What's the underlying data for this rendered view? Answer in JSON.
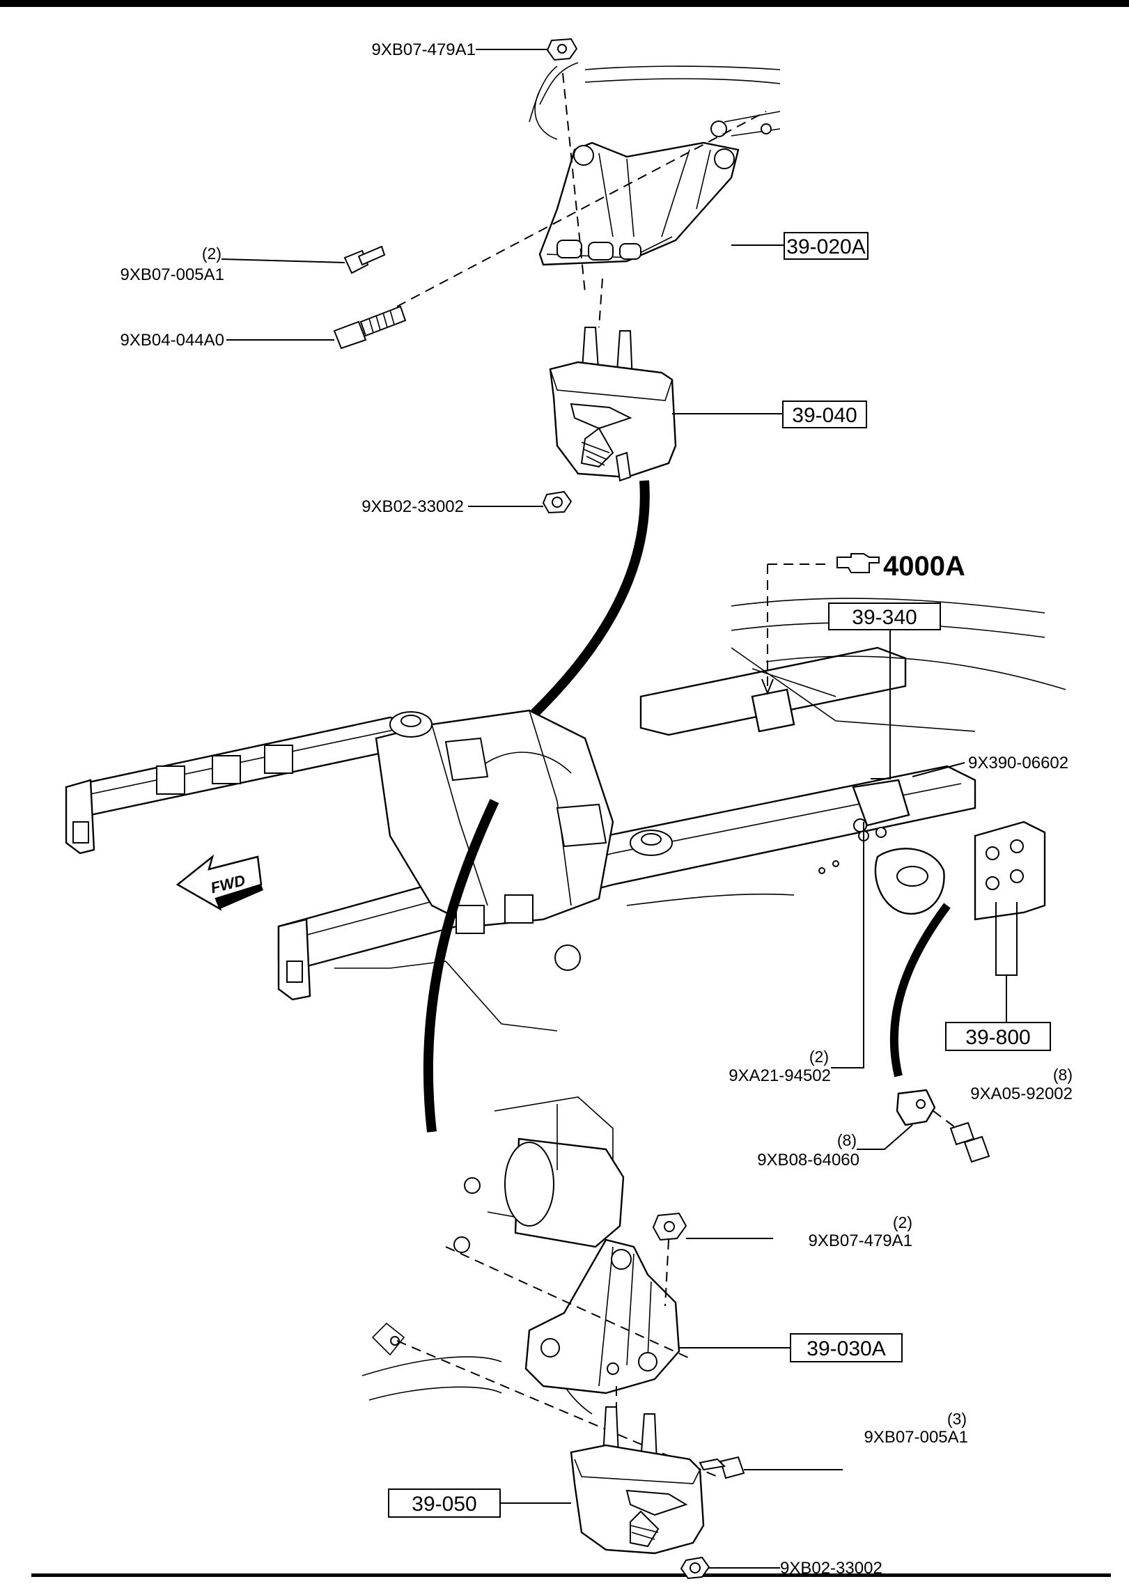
{
  "reference": {
    "label": "4000A"
  },
  "direction": {
    "label": "FWD"
  },
  "groups": [
    {
      "id": "39-020A"
    },
    {
      "id": "39-040"
    },
    {
      "id": "39-340"
    },
    {
      "id": "39-800"
    },
    {
      "id": "39-030A"
    },
    {
      "id": "39-050"
    }
  ],
  "parts": [
    {
      "number": "9XB07-479A1",
      "qty": ""
    },
    {
      "number": "9XB07-005A1",
      "qty": "(2)"
    },
    {
      "number": "9XB04-044A0",
      "qty": ""
    },
    {
      "number": "9XB02-33002",
      "qty": ""
    },
    {
      "number": "9X390-06602",
      "qty": ""
    },
    {
      "number": "9XA21-94502",
      "qty": "(2)"
    },
    {
      "number": "9XA05-92002",
      "qty": "(8)"
    },
    {
      "number": "9XB08-64060",
      "qty": "(8)"
    },
    {
      "number": "9XB07-479A1",
      "qty": "(2)"
    },
    {
      "number": "9XB07-005A1",
      "qty": "(3)"
    },
    {
      "number": "9XB02-33002",
      "qty": ""
    }
  ]
}
